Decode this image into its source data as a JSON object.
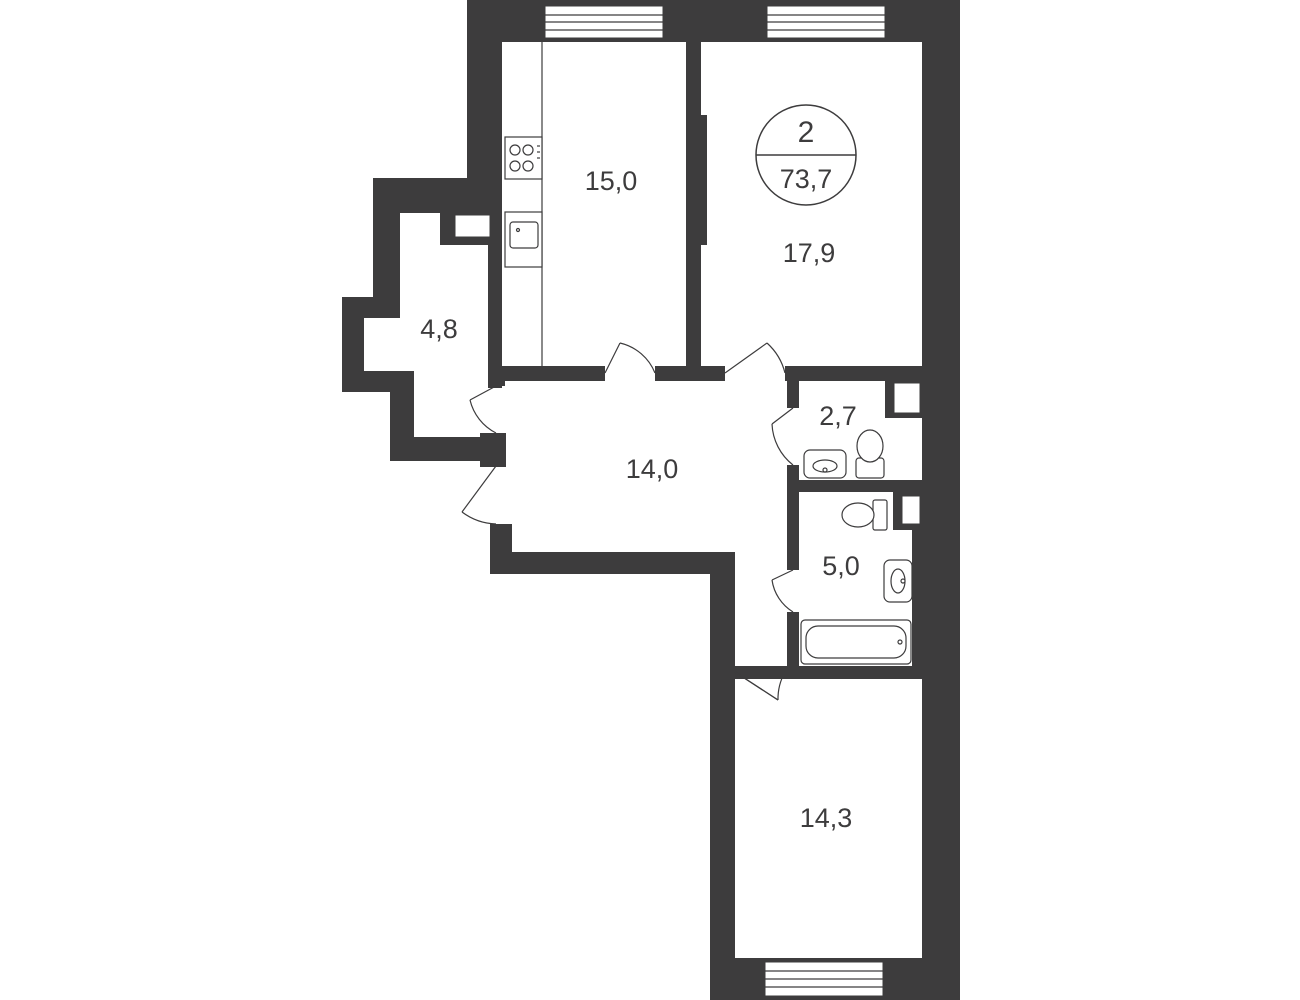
{
  "plan": {
    "rooms_count": "2",
    "total_area": "73,7",
    "rooms": [
      {
        "id": "kitchen",
        "area": "15,0"
      },
      {
        "id": "living-room",
        "area": "17,9"
      },
      {
        "id": "loggia",
        "area": "4,8"
      },
      {
        "id": "hallway",
        "area": "14,0"
      },
      {
        "id": "toilet",
        "area": "2,7"
      },
      {
        "id": "bathroom",
        "area": "5,0"
      },
      {
        "id": "bedroom",
        "area": "14,3"
      }
    ],
    "colors": {
      "wall": "#3d3c3d",
      "background": "#ffffff"
    }
  }
}
